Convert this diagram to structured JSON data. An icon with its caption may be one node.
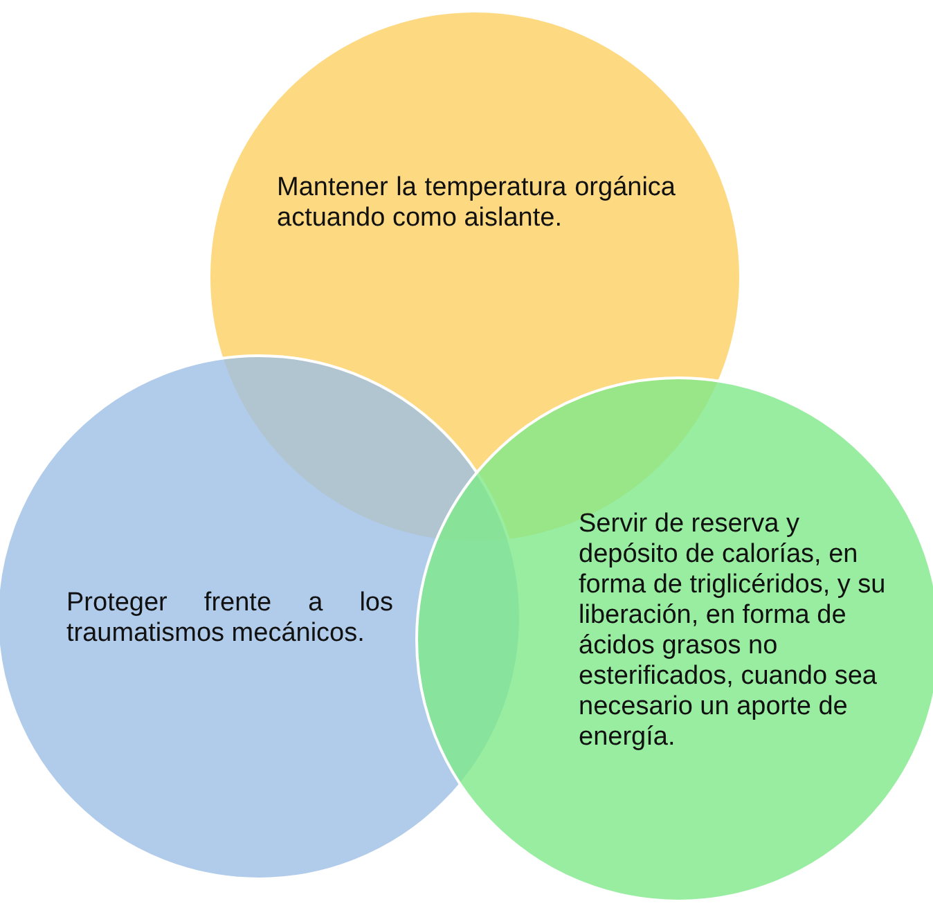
{
  "diagram": {
    "nodes": [
      {
        "text": [
          "Mantener la temperatura orgánica actuando como aislante."
        ]
      },
      {
        "text": [
          "Proteger frente a los traumatismos mecánicos."
        ]
      },
      {
        "text": [
          "Servir de reserva y depósito de calorías, en forma de triglicéridos, y su liberación, en forma de ácidos grasos no esterificados, cuando sea necesario un aporte de energía."
        ]
      }
    ]
  }
}
